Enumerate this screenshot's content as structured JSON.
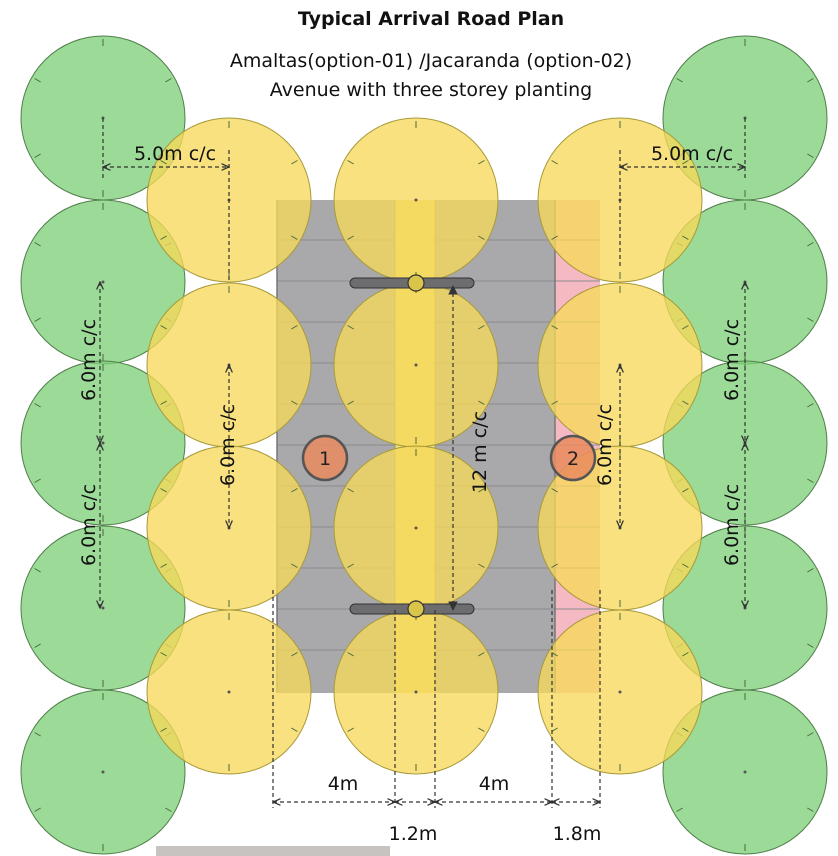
{
  "title": "Typical Arrival Road Plan",
  "subtitle_line1": "Amaltas(option-01) /Jacaranda (option-02)",
  "subtitle_line2": "Avenue with three storey planting",
  "colors": {
    "outer_tree": "#7fd07a",
    "inner_tree": "#f6d85a",
    "road": "#a9a9ab",
    "median": "#f0e07a",
    "footpath": "#f5b9c4",
    "marker": "#e98b5e"
  },
  "labels": {
    "spacing_horizontal_left": "5.0m c/c",
    "spacing_horizontal_right": "5.0m c/c",
    "outer_left_upper": "6.0m c/c",
    "outer_left_lower": "6.0m c/c",
    "inner_left": "6.0m c/c",
    "median_spacing": "12 m c/c",
    "inner_right": "6.0m c/c",
    "outer_right_upper": "6.0m c/c",
    "outer_right_lower": "6.0m c/c",
    "carriageway_left": "4m",
    "carriageway_right": "4m",
    "median_width": "1.2m",
    "footpath_width": "1.8m"
  },
  "markers": {
    "marker_1": "1",
    "marker_2": "2"
  }
}
